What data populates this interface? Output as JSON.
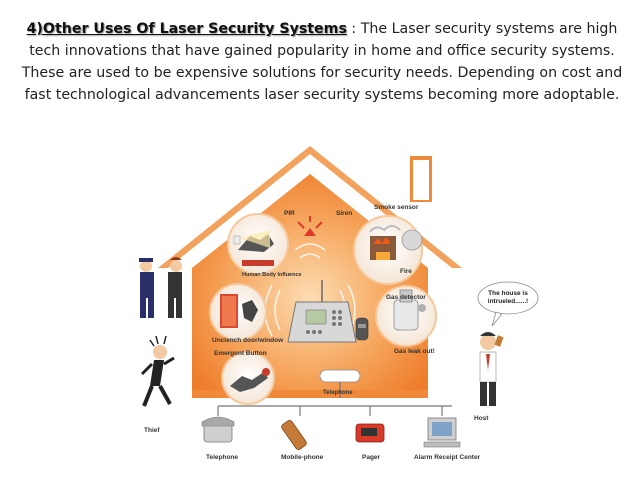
{
  "text": {
    "heading": "4)Other Uses Of Laser Security Systems",
    "separator": " : ",
    "body": "The Laser security systems are high tech innovations that have gained popularity in home and office security systems. These are used to be expensive solutions for security needs. Depending on cost and fast technological advancements laser security systems becoming more adoptable."
  },
  "diagram": {
    "labels": {
      "pir": "PIR",
      "siren": "Siren",
      "smoke_sensor": "Smoke sensor",
      "human_body_influence": "Human Body Influence",
      "fire": "Fire",
      "gas_detector": "Gas detector",
      "unclench_door_window": "Unclench door/window",
      "emergent_button": "Emergent Button",
      "gas_leak_out": "Gas leak out!",
      "telephone_line": "Telephone",
      "house_intruded_line1": "The house is",
      "house_intruded_line2": "intrueled......!",
      "host": "Host",
      "thief": "Thief"
    },
    "devices": [
      "Telephone",
      "Mobile-phone",
      "Pager",
      "Alarm Receipt Center"
    ]
  },
  "colors": {
    "house_orange": "#f08a3a",
    "house_light": "#fbd3a4",
    "roof_white": "#ffffff",
    "line_gray": "#777777",
    "pager_red": "#d83a2a"
  }
}
